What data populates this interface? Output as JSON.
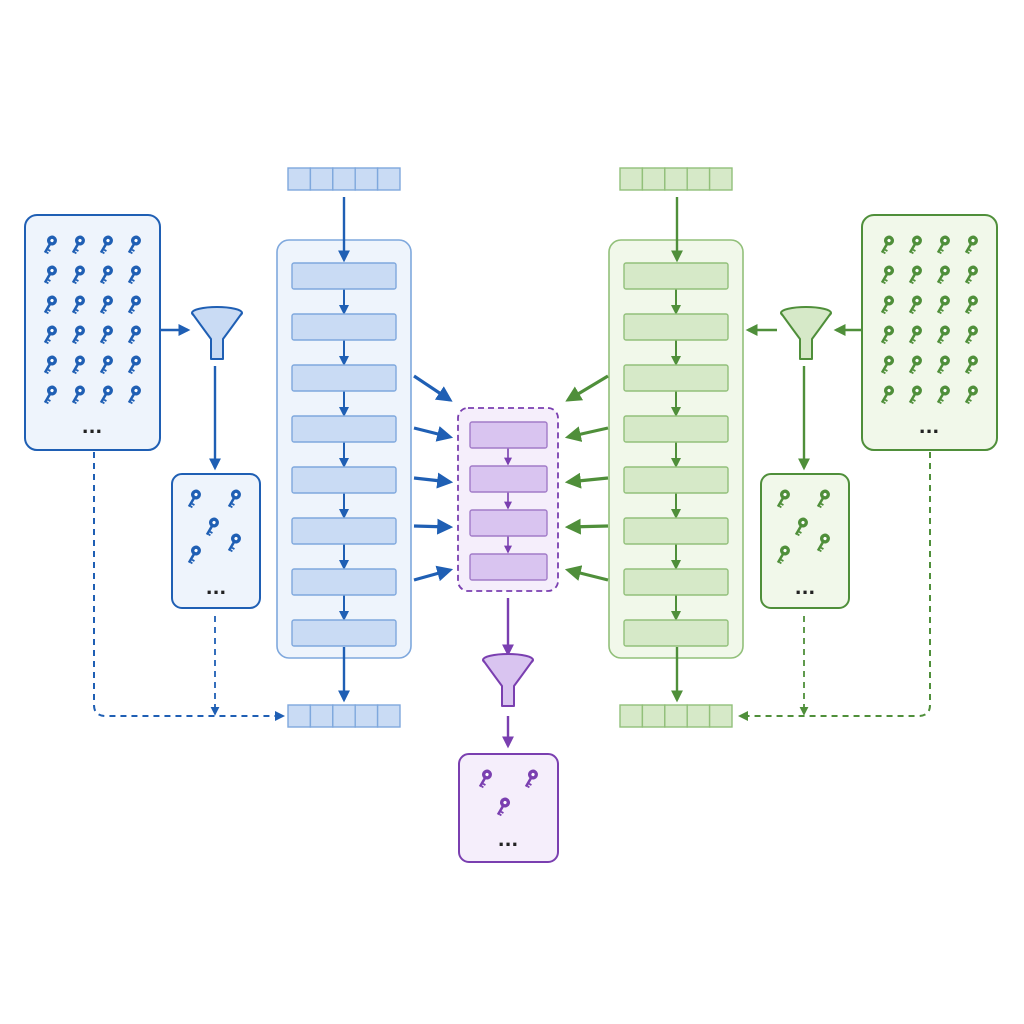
{
  "colors": {
    "blue": "#1f5fb4",
    "blue_fill": "#c9dbf4",
    "blue_panel": "#eef4fc",
    "blue_stroke": "#7fa8dd",
    "purple": "#7a3fb0",
    "purple_fill": "#d9c4f0",
    "purple_panel": "#f5eefb",
    "purple_stroke": "#a27bc8",
    "green": "#4f8f3a",
    "green_fill": "#d6e9c8",
    "green_panel": "#f1f8ea",
    "green_stroke": "#92c07a"
  },
  "icons": {
    "key": "key-icon",
    "funnel": "funnel-icon"
  },
  "labels": {
    "ellipsis": "..."
  },
  "structure": {
    "key_pool_rows": 6,
    "key_pool_cols": 4,
    "selected_keys_blue": 5,
    "selected_keys_green": 5,
    "selected_keys_purple": 3,
    "blue_layers": 8,
    "green_layers": 8,
    "fused_layers": 4,
    "token_cells": 5
  }
}
